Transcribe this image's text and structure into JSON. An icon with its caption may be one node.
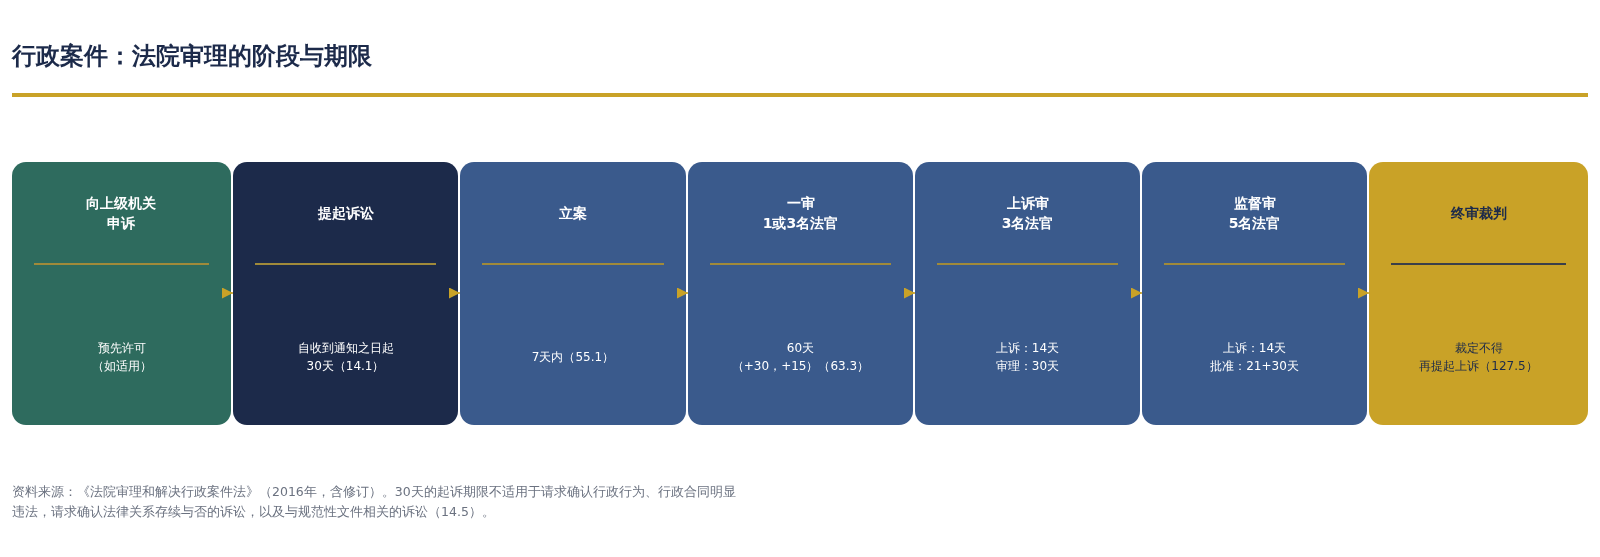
{
  "diagram": {
    "title": "行政案件：法院审理的阶段与期限",
    "nodes": [
      {
        "text": [
          "向上级机关申诉",
          "预先许可",
          "（如适用）"
        ]
      },
      {
        "text": [
          "提起诉讼",
          "自收到通知之日起",
          "30天（14.1）"
        ]
      },
      {
        "text": [
          "立案",
          "7天内（55.1）"
        ]
      },
      {
        "text": [
          "一审",
          "1或3名法官",
          "60天",
          "（+30，+15）（63.3）"
        ]
      },
      {
        "text": [
          "上诉审",
          "3名法官",
          "上诉：14天",
          "审理：30天"
        ]
      },
      {
        "text": [
          "监督审",
          "5名法官",
          "上诉：14天",
          "批准：21+30天"
        ]
      },
      {
        "text": [
          "终审裁判",
          "裁定不得",
          "再提起上诉（127.5）"
        ]
      }
    ],
    "edges": [
      {
        "from": 0,
        "to": 1,
        "arrow": "to"
      },
      {
        "from": 1,
        "to": 2,
        "arrow": "to"
      },
      {
        "from": 2,
        "to": 3,
        "arrow": "to"
      },
      {
        "from": 3,
        "to": 4,
        "arrow": "to"
      },
      {
        "from": 4,
        "to": 5,
        "arrow": "to"
      },
      {
        "from": 5,
        "to": 6,
        "arrow": "to"
      }
    ],
    "labels": [
      "资料来源：《法院审理和解决行政案件法》（2016年，含修订）。30天的起诉期限不适用于请求确认行政行为、行政合同明显违法，请求确认法律关系存续与否的诉讼，以及与规范性文件相关的诉讼（14.5）。"
    ]
  }
}
